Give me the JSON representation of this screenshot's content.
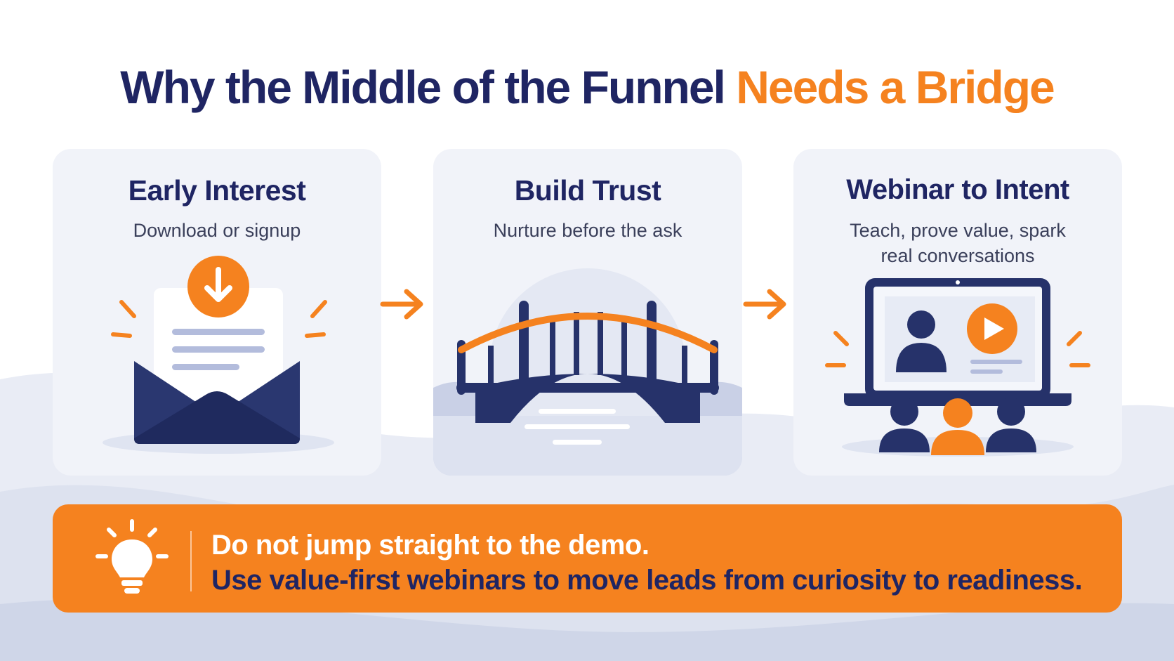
{
  "title": {
    "part1": "Why the Middle of the Funnel",
    "part2": "Needs a Bridge"
  },
  "steps": [
    {
      "title": "Early Interest",
      "subtitle": "Download or signup",
      "icon": "envelope-download-icon"
    },
    {
      "title": "Build Trust",
      "subtitle": "Nurture before the ask",
      "icon": "bridge-icon"
    },
    {
      "title": "Webinar to Intent",
      "subtitle": "Teach, prove value, spark real conversations",
      "icon": "webinar-laptop-icon"
    }
  ],
  "banner": {
    "line1": "Do not jump straight to the demo.",
    "line2": "Use value-first webinars to move leads from curiosity to readiness.",
    "icon": "lightbulb-icon"
  },
  "colors": {
    "navy": "#1f2563",
    "orange": "#f5821f",
    "card_bg": "#f1f3f9",
    "light_blue": "#c9d0e6"
  }
}
